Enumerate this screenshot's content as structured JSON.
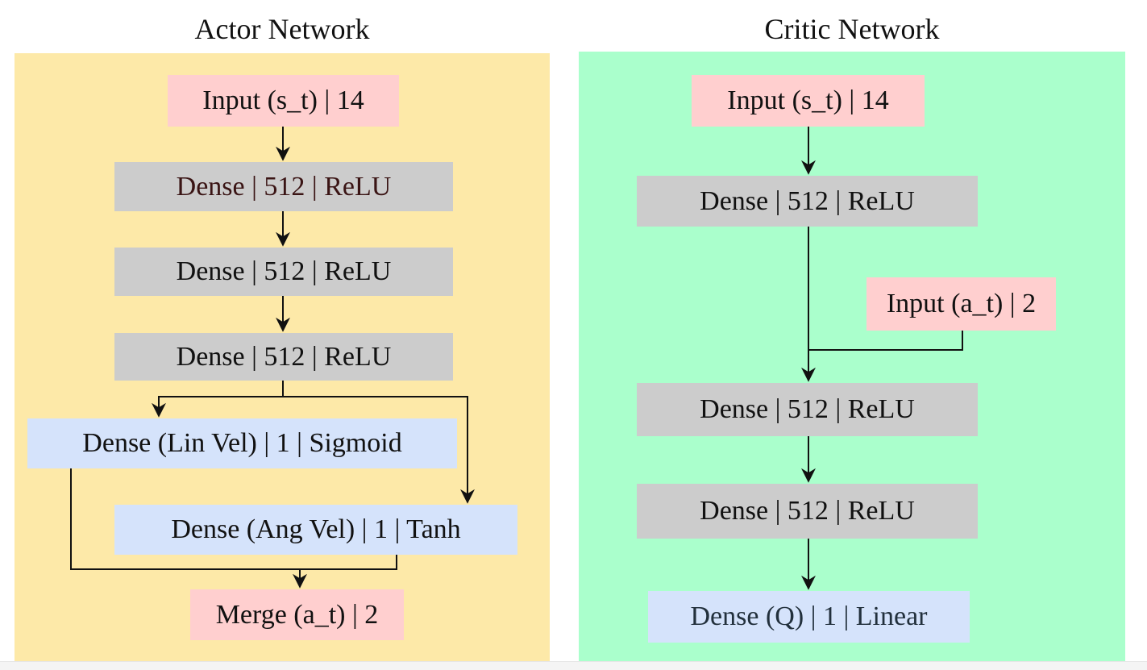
{
  "actor": {
    "title": "Actor Network",
    "panel_color": "#fde9a8",
    "input": "Input (s_t) | 14",
    "dense1": "Dense | 512 | ReLU",
    "dense2": "Dense | 512 | ReLU",
    "dense3": "Dense | 512 | ReLU",
    "lin_vel": "Dense (Lin Vel) | 1 | Sigmoid",
    "ang_vel": "Dense (Ang Vel) | 1 | Tanh",
    "merge": "Merge (a_t) | 2"
  },
  "critic": {
    "title": "Critic Network",
    "panel_color": "#aaffcc",
    "input_state": "Input (s_t) | 14",
    "dense1": "Dense | 512 | ReLU",
    "input_action": "Input (a_t) | 2",
    "dense2": "Dense | 512 | ReLU",
    "dense3": "Dense | 512 | ReLU",
    "output": "Dense (Q) | 1 | Linear"
  },
  "colors": {
    "input": "#ffcfcf",
    "dense": "#cccccc",
    "output": "#d5e3fb",
    "wire": "#111111"
  }
}
